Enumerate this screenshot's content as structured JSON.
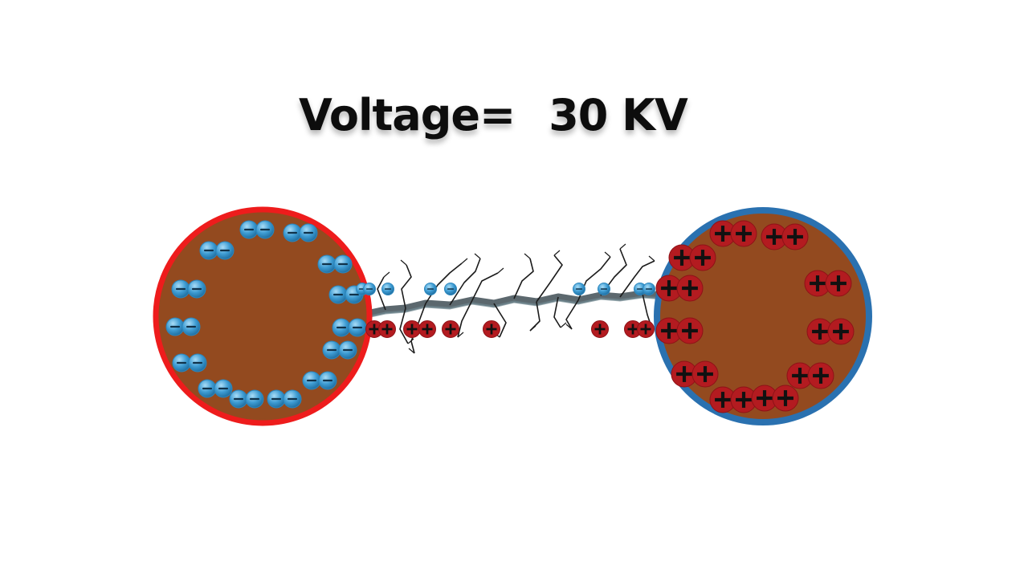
{
  "title": {
    "label": "Voltage=",
    "value": "30 KV"
  },
  "charges": {
    "negative_symbol": "−",
    "positive_symbol": "+"
  },
  "colors": {
    "background": "#ffffff",
    "sphere_fill": "#934a1f",
    "left_sphere_border": "#ee1c1c",
    "right_sphere_border": "#2a71b0",
    "electron": "#3e9cd3",
    "proton": "#b31b20",
    "spark": "#3f4e55"
  },
  "icons": [
    "negative-charged-sphere",
    "positive-charged-sphere",
    "electron-pair-icon",
    "proton-pair-icon",
    "lightning-spark"
  ]
}
